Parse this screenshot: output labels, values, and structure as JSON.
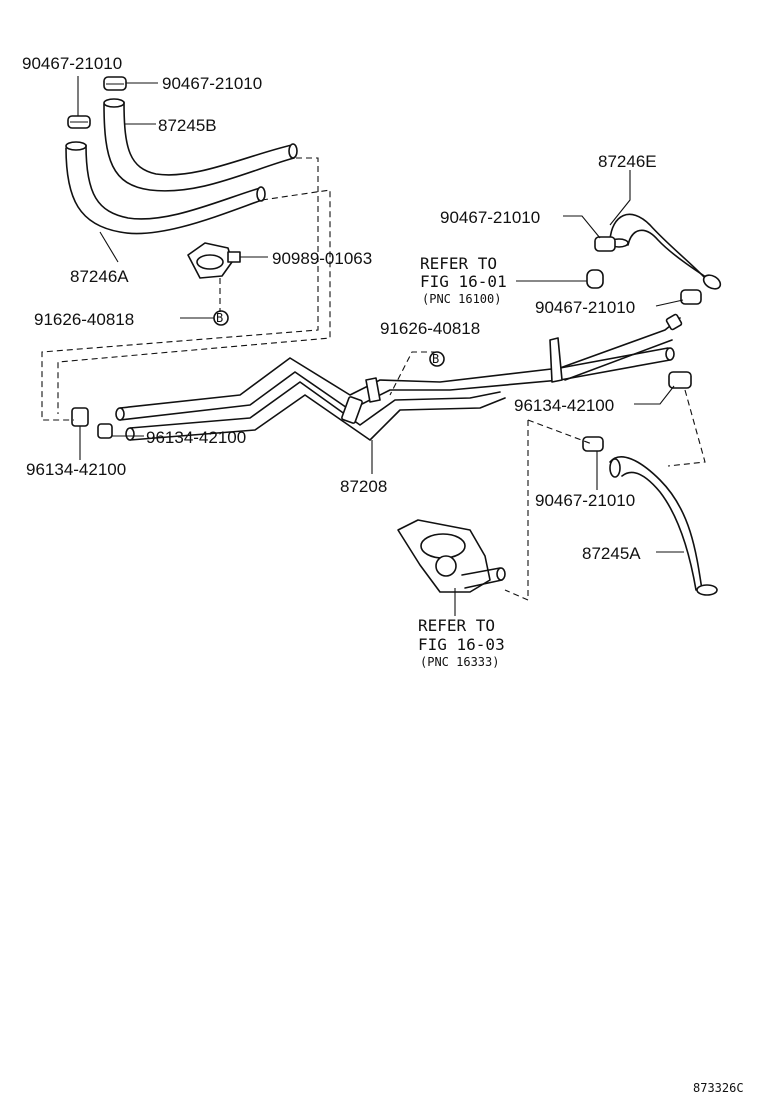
{
  "callouts": {
    "c1": "90467-21010",
    "c2": "90467-21010",
    "c3": "87245B",
    "c4": "87246A",
    "c5": "90989-01063",
    "c6": "91626-40818",
    "c7": "87246E",
    "c8": "90467-21010",
    "c9": "90467-21010",
    "c10": "91626-40818",
    "c11": "96134-42100",
    "c12": "96134-42100",
    "c13": "96134-42100",
    "c14": "87208",
    "c15": "90467-21010",
    "c16": "87245A"
  },
  "refer_top": {
    "line1": "REFER TO",
    "line2": "FIG 16-01",
    "line3": "(PNC 16100)"
  },
  "refer_bottom": {
    "line1": "REFER TO",
    "line2": "FIG 16-03",
    "line3": "(PNC 16333)"
  },
  "figure_id": "873326C"
}
